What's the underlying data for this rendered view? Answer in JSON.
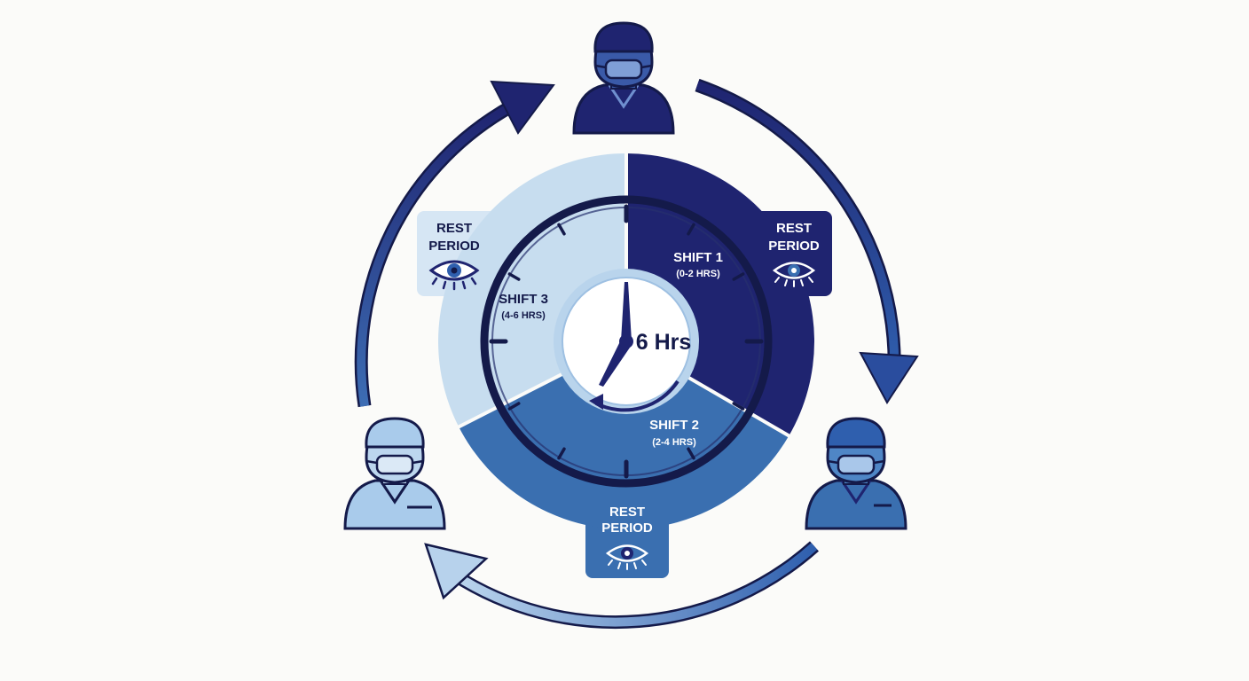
{
  "center": {
    "label": "6 Hrs"
  },
  "shifts": [
    {
      "title": "SHIFT 1",
      "range": "(0-2 HRS)"
    },
    {
      "title": "SHIFT 2",
      "range": "(2-4 HRS)"
    },
    {
      "title": "SHIFT 3",
      "range": "(4-6 HRS)"
    }
  ],
  "rest_periods": [
    {
      "line1": "REST",
      "line2": "PERIOD",
      "icon": "eye-icon"
    },
    {
      "line1": "REST",
      "line2": "PERIOD",
      "icon": "eye-icon"
    },
    {
      "line1": "REST",
      "line2": "PERIOD",
      "icon": "eye-icon"
    }
  ],
  "workers": [
    {
      "icon": "surgeon-icon",
      "position": "top"
    },
    {
      "icon": "surgeon-icon",
      "position": "right"
    },
    {
      "icon": "surgeon-icon",
      "position": "left"
    }
  ],
  "colors": {
    "navy": "#1f2470",
    "mid_blue": "#3a6fb0",
    "light_blue": "#c7ddef",
    "pale_blue": "#d9e8f5",
    "outline": "#141a4a"
  }
}
